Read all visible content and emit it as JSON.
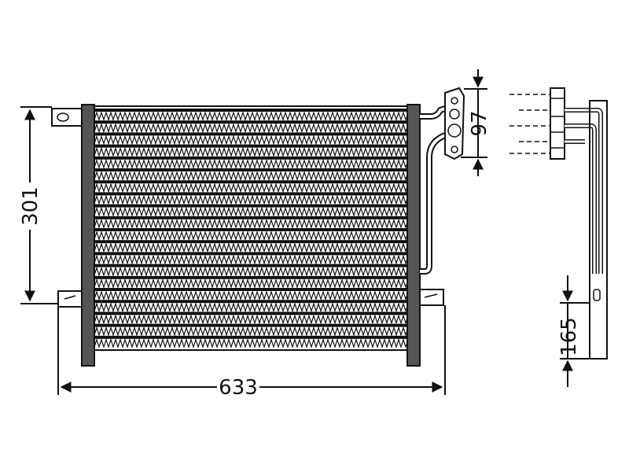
{
  "dimensions": {
    "width": "633",
    "height": "301",
    "port_spacing": "97",
    "bracket_height": "165"
  },
  "colors": {
    "ink": "#111111",
    "tank": "#555555",
    "background": "#ffffff"
  }
}
